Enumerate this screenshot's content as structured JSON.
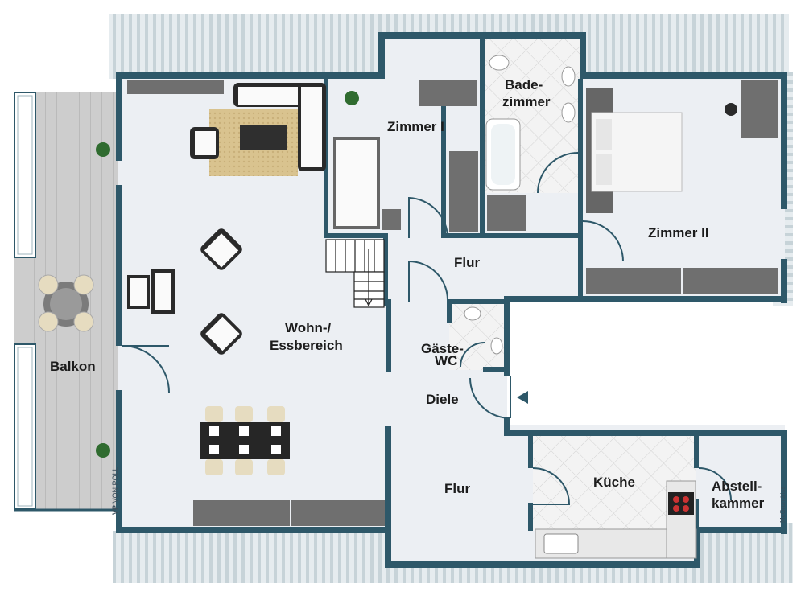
{
  "rooms": {
    "balkon": "Balkon",
    "wohn_line1": "Wohn-/",
    "wohn_line2": "Essbereich",
    "zimmer1": "Zimmer I",
    "bad_line1": "Bade-",
    "bad_line2": "zimmer",
    "zimmer2": "Zimmer II",
    "flur_upper": "Flur",
    "gaeste_line1": "Gäste-",
    "gaeste_line2": "WC",
    "diele": "Diele",
    "flur_lower": "Flur",
    "kueche": "Küche",
    "abstell_line1": "Abstell-",
    "abstell_line2": "kammer"
  },
  "credits": {
    "logo_initials": "VP",
    "logo_text": "VON POLL",
    "right_credit": "McGrundriss"
  },
  "colors": {
    "wall": "#2e5869",
    "floor": "#eceff3",
    "balcony_deck": "#c9c9c9",
    "roof_slope": "#dfe7ea",
    "tile": "#f1f1f1",
    "entrance_arrow": "#2e5869"
  },
  "icons": {
    "entrance": "entrance-arrow-icon",
    "plants": "plant-icon"
  }
}
